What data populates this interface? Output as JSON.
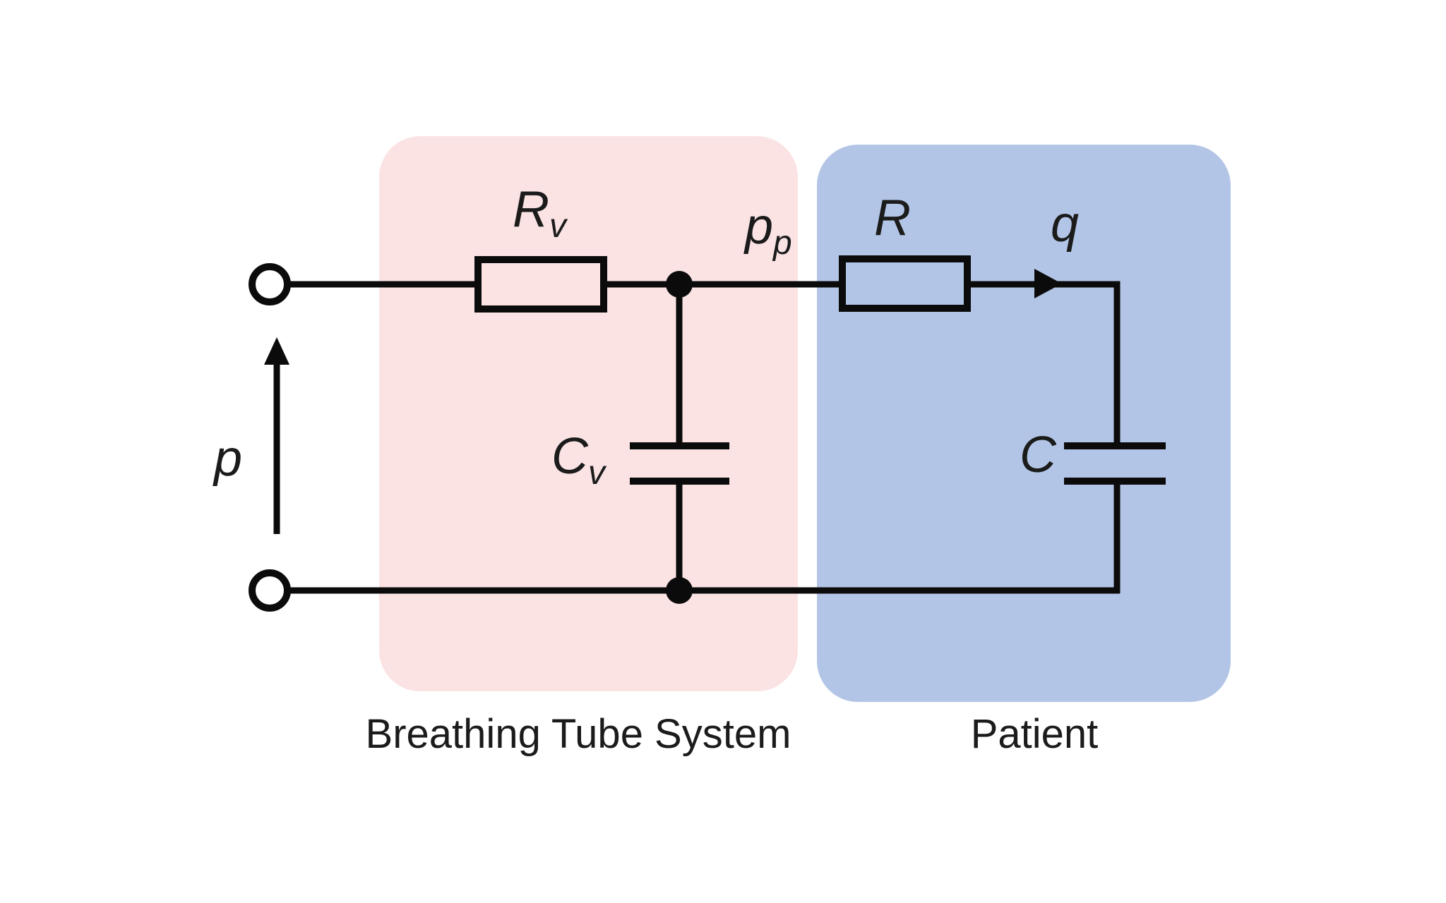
{
  "diagram": {
    "kind": "circuit-analog",
    "regions": [
      {
        "id": "breathing-tube-system",
        "caption": "Breathing Tube System",
        "fill": "#fbe3e4"
      },
      {
        "id": "patient",
        "caption": "Patient",
        "fill": "#b3c5e6"
      }
    ],
    "components": [
      {
        "id": "source-pressure",
        "symbol": "p",
        "type": "pressure-source-arrow"
      },
      {
        "id": "resistor-rv",
        "symbol": "Rv",
        "type": "resistor",
        "region": "breathing-tube-system"
      },
      {
        "id": "capacitor-cv",
        "symbol": "Cv",
        "type": "capacitor",
        "region": "breathing-tube-system"
      },
      {
        "id": "node-pressure",
        "symbol": "pp",
        "type": "node-pressure"
      },
      {
        "id": "resistor-r",
        "symbol": "R",
        "type": "resistor",
        "region": "patient"
      },
      {
        "id": "flow-q",
        "symbol": "q",
        "type": "flow-arrow",
        "region": "patient"
      },
      {
        "id": "capacitor-c",
        "symbol": "C",
        "type": "capacitor",
        "region": "patient"
      }
    ]
  },
  "labels": {
    "p": {
      "base": "p",
      "sub": ""
    },
    "rv": {
      "base": "R",
      "sub": "v"
    },
    "pp": {
      "base": "p",
      "sub": "p"
    },
    "r": {
      "base": "R",
      "sub": ""
    },
    "q": {
      "base": "q",
      "sub": ""
    },
    "cv": {
      "base": "C",
      "sub": "v"
    },
    "c": {
      "base": "C",
      "sub": ""
    }
  },
  "captions": {
    "left": "Breathing Tube System",
    "right": "Patient"
  },
  "colors": {
    "pink": "#fbe3e4",
    "blue": "#b3c5e6",
    "line": "#0b0b0b",
    "text": "#1b1b1b",
    "background": "#ffffff"
  }
}
